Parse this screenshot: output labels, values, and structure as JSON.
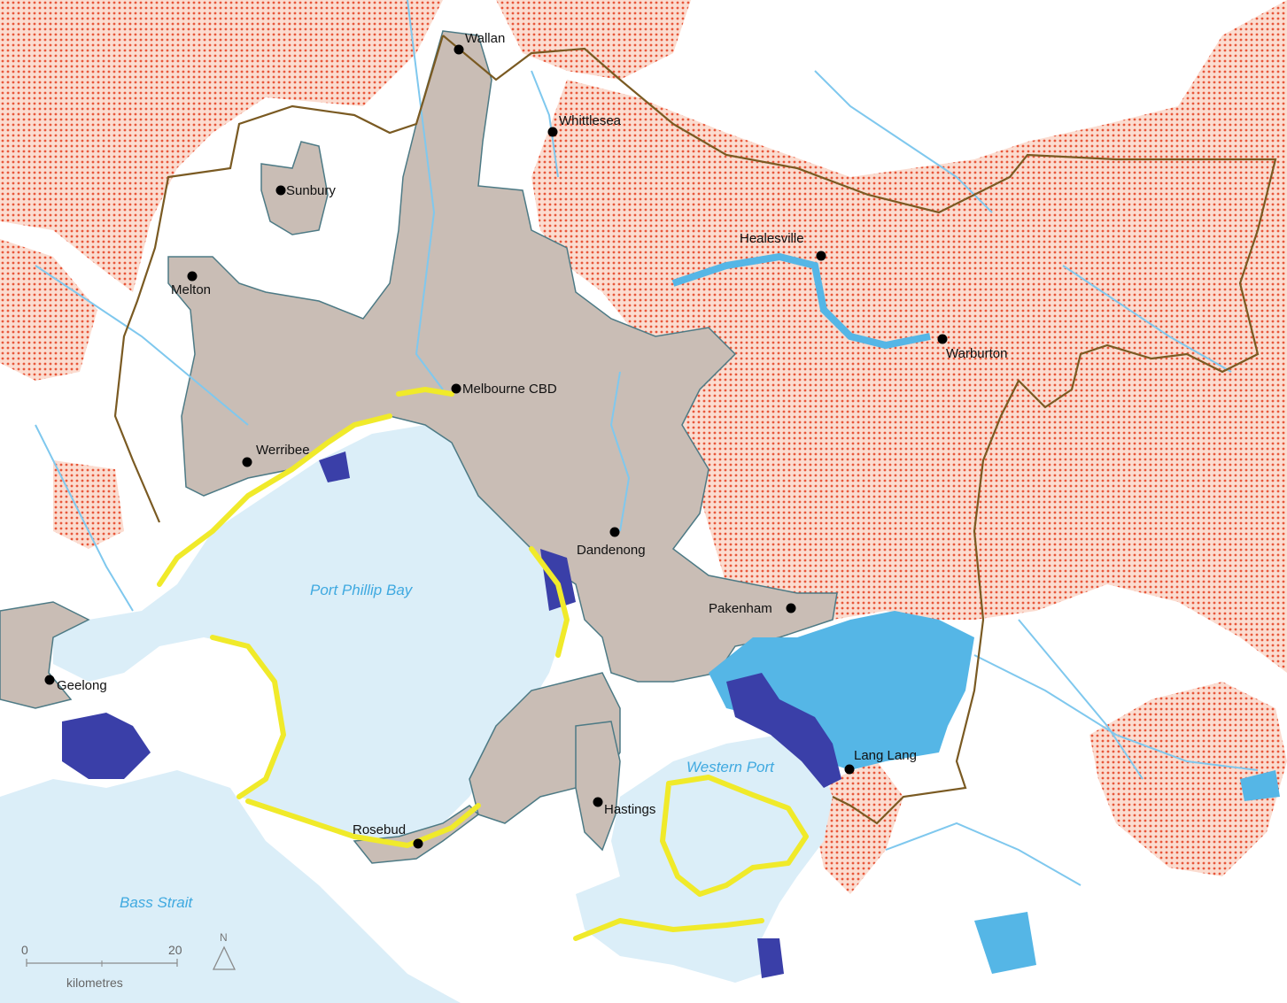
{
  "colors": {
    "sea": "#dbeef8",
    "urban": "#c9bdb5",
    "urban_edge": "#4d7a85",
    "hazard_dots": "#e8573a",
    "hazard_bg": "#f7c7b8",
    "boundary": "#7a5a22",
    "coast_highlight": "#f0ea2a",
    "flood": "#55b6e6",
    "flood_deep": "#3a3fa8",
    "river": "#7fc8ee"
  },
  "towns": [
    {
      "name": "Wallan"
    },
    {
      "name": "Whittlesea"
    },
    {
      "name": "Sunbury"
    },
    {
      "name": "Healesville"
    },
    {
      "name": "Melton"
    },
    {
      "name": "Warburton"
    },
    {
      "name": "Melbourne CBD"
    },
    {
      "name": "Werribee"
    },
    {
      "name": "Dandenong"
    },
    {
      "name": "Pakenham"
    },
    {
      "name": "Geelong"
    },
    {
      "name": "Lang Lang"
    },
    {
      "name": "Hastings"
    },
    {
      "name": "Rosebud"
    }
  ],
  "water_labels": {
    "port_phillip": "Port Phillip Bay",
    "western_port": "Western Port",
    "bass_strait": "Bass Strait"
  },
  "scale": {
    "start": "0",
    "end": "20",
    "unit": "kilometres"
  },
  "north": "N"
}
